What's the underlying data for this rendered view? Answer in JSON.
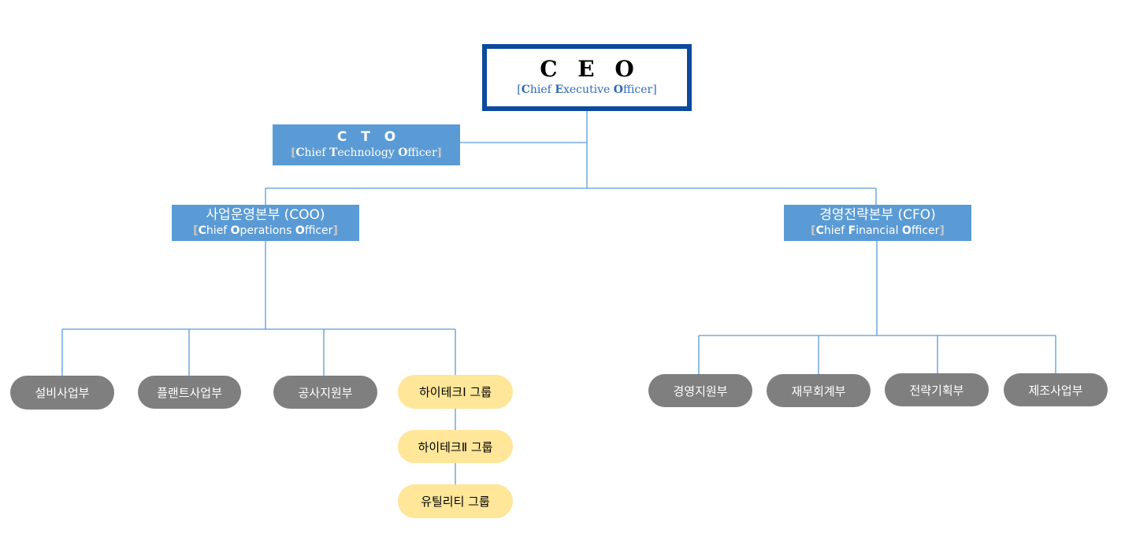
{
  "ceo": {
    "title": "C E O",
    "subtitle": [
      {
        "t": "[",
        "b": false
      },
      {
        "t": "C",
        "b": true
      },
      {
        "t": "hief ",
        "b": false
      },
      {
        "t": "E",
        "b": true
      },
      {
        "t": "xecutive ",
        "b": false
      },
      {
        "t": "O",
        "b": true
      },
      {
        "t": "fficer",
        "b": false
      },
      {
        "t": "]",
        "b": false
      }
    ]
  },
  "cto": {
    "title": "C T O",
    "subtitle": [
      {
        "t": "[",
        "b": true,
        "br": true
      },
      {
        "t": "C",
        "b": true
      },
      {
        "t": "hief ",
        "b": false
      },
      {
        "t": "T",
        "b": true
      },
      {
        "t": "echnology ",
        "b": false
      },
      {
        "t": "O",
        "b": true
      },
      {
        "t": "fficer",
        "b": false
      },
      {
        "t": "]",
        "b": true,
        "br": true
      }
    ]
  },
  "coo": {
    "title": "사업운영본부 (COO)",
    "subtitle": [
      {
        "t": "[",
        "b": true,
        "br": true
      },
      {
        "t": "C",
        "b": true
      },
      {
        "t": "hief ",
        "b": false
      },
      {
        "t": "O",
        "b": true
      },
      {
        "t": "perations ",
        "b": false
      },
      {
        "t": "O",
        "b": true
      },
      {
        "t": "fficer",
        "b": false
      },
      {
        "t": "]",
        "b": true,
        "br": true
      }
    ]
  },
  "cfo": {
    "title": "경영전략본부 (CFO)",
    "subtitle": [
      {
        "t": "[",
        "b": true,
        "br": true
      },
      {
        "t": "C",
        "b": true
      },
      {
        "t": "hief ",
        "b": false
      },
      {
        "t": "F",
        "b": true
      },
      {
        "t": "inancial ",
        "b": false
      },
      {
        "t": "O",
        "b": true
      },
      {
        "t": "fficer",
        "b": false
      },
      {
        "t": "]",
        "b": true,
        "br": true
      }
    ]
  },
  "coo_departments": [
    "설비사업부",
    "플랜트사업부",
    "공사지원부"
  ],
  "hitech_groups": [
    "하이테크Ⅰ 그룹",
    "하이테크Ⅱ 그룹",
    "유틸리티 그룹"
  ],
  "cfo_departments": [
    "경영지원부",
    "재무회계부",
    "전략기획부",
    "제조사업부"
  ],
  "colors": {
    "ceo_border": "#0b4a9c",
    "executive_box": "#5b9bd5",
    "department_pill": "#7f7f7f",
    "hitech_pill": "#ffe699",
    "connector": "#5b9bd5"
  }
}
